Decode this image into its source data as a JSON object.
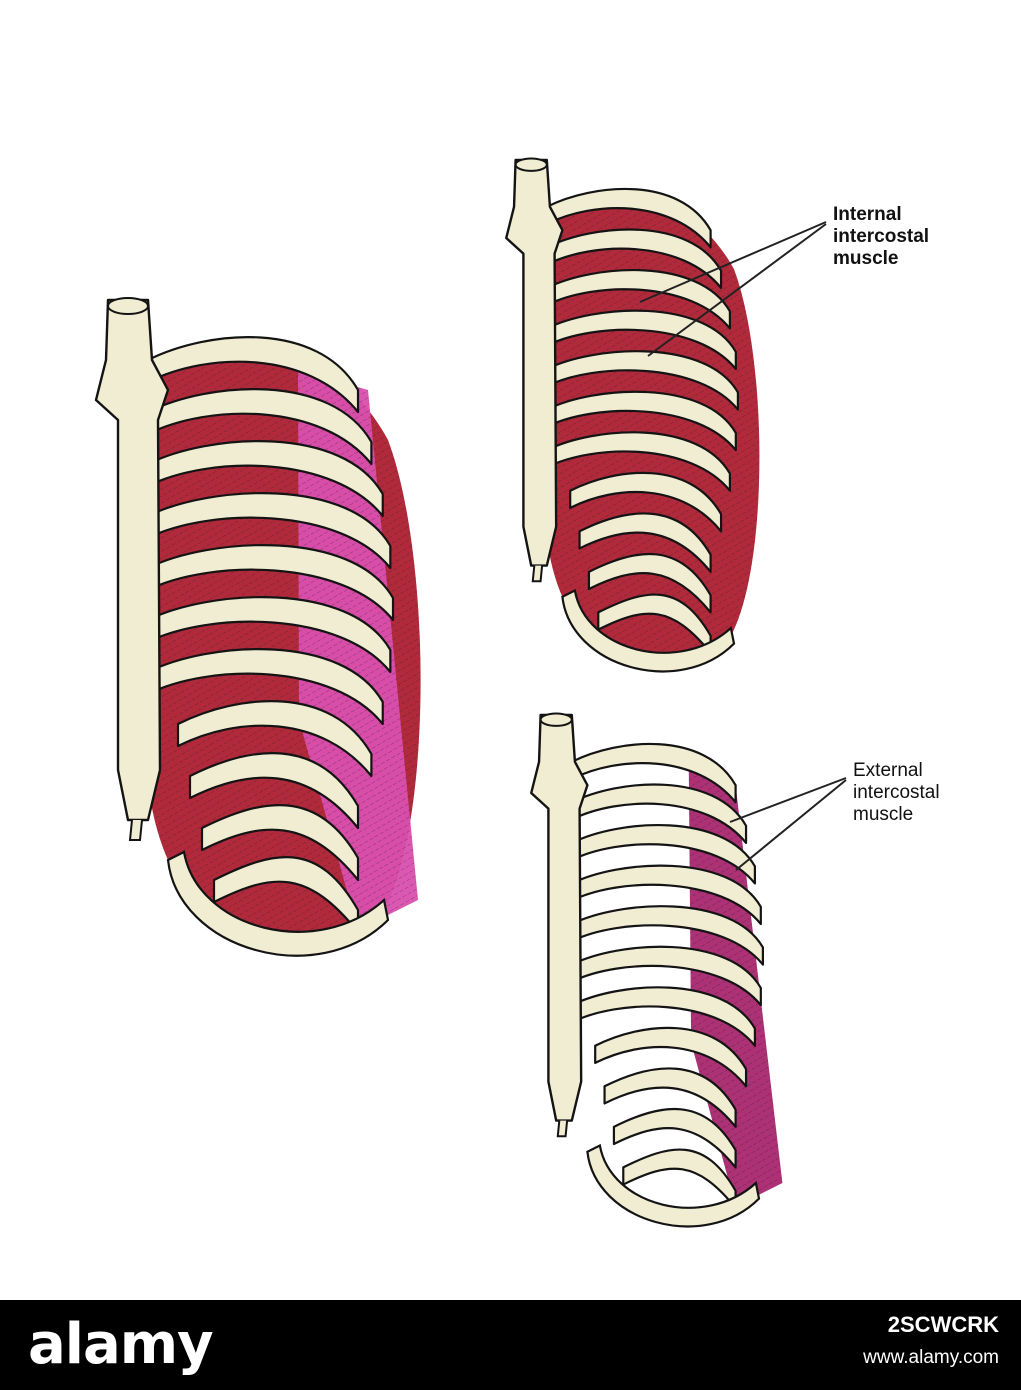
{
  "labels": {
    "internal": [
      "Internal",
      "intercostal",
      "muscle"
    ],
    "external": [
      "External",
      "intercostal",
      "muscle"
    ]
  },
  "footer": {
    "logo_text": "alamy",
    "image_id": "2SCWCRK",
    "url": "www.alamy.com"
  },
  "colors": {
    "bone": "#F1EDD2",
    "outline": "#141414",
    "internal_muscle": "#B02A3C",
    "external_muscle_light": "#D94FAE",
    "external_muscle_dark": "#A8266E",
    "leader_line": "#222222",
    "footer_bg": "#000000"
  },
  "figures": [
    {
      "name": "combined-ribcage",
      "shows": [
        "internal_muscle",
        "external_muscle_light"
      ]
    },
    {
      "name": "internal-ribcage",
      "shows": [
        "internal_muscle"
      ]
    },
    {
      "name": "external-ribcage",
      "shows": [
        "external_muscle_dark"
      ]
    }
  ]
}
